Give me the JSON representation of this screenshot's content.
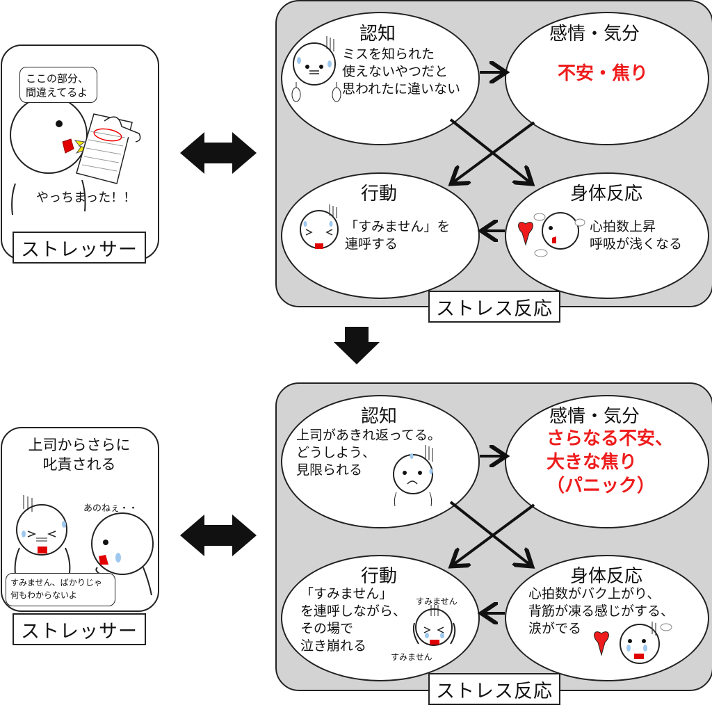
{
  "top": {
    "stressor": {
      "speech": "ここの部分、\n間違えてるよ",
      "exclaim": "やっちまった！！",
      "label": "ストレッサー"
    },
    "reaction": {
      "label": "ストレス反応",
      "cognition": {
        "title": "認知",
        "text": "ミスを知られた\n使えないやつだと\n思われたに違いない"
      },
      "emotion": {
        "title": "感情・気分",
        "text": "不安・焦り"
      },
      "behavior": {
        "title": "行動",
        "text": "「すみません」を\n連呼する"
      },
      "body": {
        "title": "身体反応",
        "text": "心拍数上昇\n呼吸が浅くなる"
      }
    }
  },
  "bottom": {
    "stressor": {
      "caption": "上司からさらに\n叱責される",
      "speech_boss": "あのねぇ・・",
      "speech_bubble": "すみません、ばかりじゃ\n何もわからないよ",
      "label": "ストレッサー"
    },
    "reaction": {
      "label": "ストレス反応",
      "cognition": {
        "title": "認知",
        "text": "上司があきれ返ってる。\nどうしよう、\n見限られる"
      },
      "emotion": {
        "title": "感情・気分",
        "text": "さらなる不安、\n大きな焦り\n（パニック）"
      },
      "behavior": {
        "title": "行動",
        "text": "「すみません」\nを連呼しながら、\nその場で\n泣き崩れる",
        "sumimasen1": "すみません",
        "sumimasen2": "すみません"
      },
      "body": {
        "title": "身体反応",
        "text": "心拍数がバク上がり、\n背筋が凍る感じがする、\n涙がでる"
      }
    }
  },
  "colors": {
    "emphasis": "#ee1c1c",
    "panel_bg": "#d3d3d3",
    "heart": "#ee1c1c"
  }
}
